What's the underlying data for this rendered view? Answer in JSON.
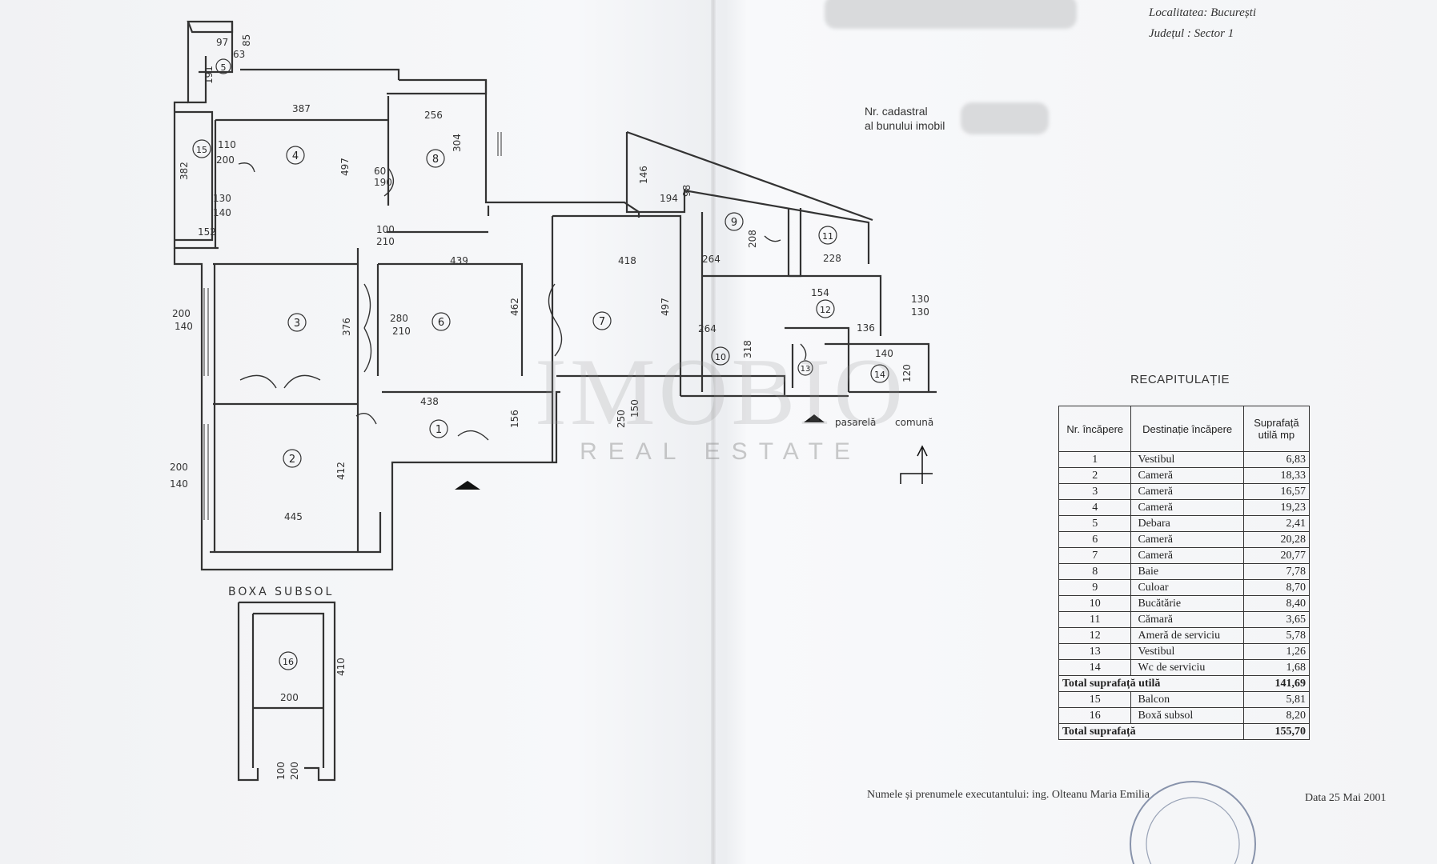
{
  "header": {
    "localitate_label": "Localitatea:",
    "localitate_value": "București",
    "judet_label": "Județul :",
    "judet_value": "Sector 1"
  },
  "cadastral": {
    "line1": "Nr. cadastral",
    "line2": "al bunului imobil"
  },
  "plan": {
    "basement_label": "BOXA  SUBSOL",
    "passage_label": "pasarelă",
    "common_label": "comună",
    "rooms": [
      "1",
      "2",
      "3",
      "4",
      "5",
      "6",
      "7",
      "8",
      "9",
      "10",
      "11",
      "12",
      "13",
      "14",
      "15",
      "16"
    ],
    "dims": {
      "d387": "387",
      "d256": "256",
      "d497a": "497",
      "d304": "304",
      "d382": "382",
      "d110": "110",
      "d200a": "200",
      "d130a": "130",
      "d140a": "140",
      "d152": "152",
      "d100a": "100",
      "d210a": "210",
      "d60a": "60",
      "d190a": "190",
      "d439": "439",
      "d418": "418",
      "d376": "376",
      "d280a": "280",
      "d210b": "210",
      "d462": "462",
      "d497b": "497",
      "d438": "438",
      "d156": "156",
      "d412": "412",
      "d445": "445",
      "d200b": "200",
      "d140b": "140",
      "d200c": "200",
      "d140c": "140",
      "d250": "250",
      "d150": "150",
      "d264a": "264",
      "d264b": "264",
      "d318": "318",
      "d208": "208",
      "d228": "228",
      "d154": "154",
      "d136": "136",
      "d140d": "140",
      "d120": "120",
      "d130b": "130",
      "d130c": "130",
      "d194": "194",
      "d98": "98",
      "d146": "146",
      "d410": "410",
      "d200d": "200",
      "d100b": "100",
      "d200e": "200",
      "d97": "97",
      "d63": "63",
      "d85": "85",
      "d191": "191"
    }
  },
  "watermark": {
    "main": "IMOBIO",
    "sub": "REAL ESTATE"
  },
  "recap": {
    "title": "RECAPITULAȚIE",
    "headers": [
      "Nr. încăpere",
      "Destinație încăpere",
      "Suprafață utilă mp"
    ],
    "rows": [
      {
        "nr": "1",
        "dest": "Vestibul",
        "area": "6,83"
      },
      {
        "nr": "2",
        "dest": "Cameră",
        "area": "18,33"
      },
      {
        "nr": "3",
        "dest": "Cameră",
        "area": "16,57"
      },
      {
        "nr": "4",
        "dest": "Cameră",
        "area": "19,23"
      },
      {
        "nr": "5",
        "dest": "Debara",
        "area": "2,41"
      },
      {
        "nr": "6",
        "dest": "Cameră",
        "area": "20,28"
      },
      {
        "nr": "7",
        "dest": "Cameră",
        "area": "20,77"
      },
      {
        "nr": "8",
        "dest": "Baie",
        "area": "7,78"
      },
      {
        "nr": "9",
        "dest": "Culoar",
        "area": "8,70"
      },
      {
        "nr": "10",
        "dest": "Bucătărie",
        "area": "8,40"
      },
      {
        "nr": "11",
        "dest": "Cămară",
        "area": "3,65"
      },
      {
        "nr": "12",
        "dest": "Ameră de serviciu",
        "area": "5,78"
      },
      {
        "nr": "13",
        "dest": "Vestibul",
        "area": "1,26"
      },
      {
        "nr": "14",
        "dest": "Wc de serviciu",
        "area": "1,68"
      }
    ],
    "total_util_label": "Total suprafață utilă",
    "total_util_value": "141,69",
    "extra_rows": [
      {
        "nr": "15",
        "dest": "Balcon",
        "area": "5,81"
      },
      {
        "nr": "16",
        "dest": "Boxă subsol",
        "area": "8,20"
      }
    ],
    "total_label": "Total suprafață",
    "total_value": "155,70"
  },
  "footer": {
    "executant": "Numele și prenumele executantului: ing. Olteanu Maria Emilia",
    "date": "Data 25 Mai 2001"
  },
  "colors": {
    "ink": "#222222",
    "paper": "#f4f5f7"
  }
}
